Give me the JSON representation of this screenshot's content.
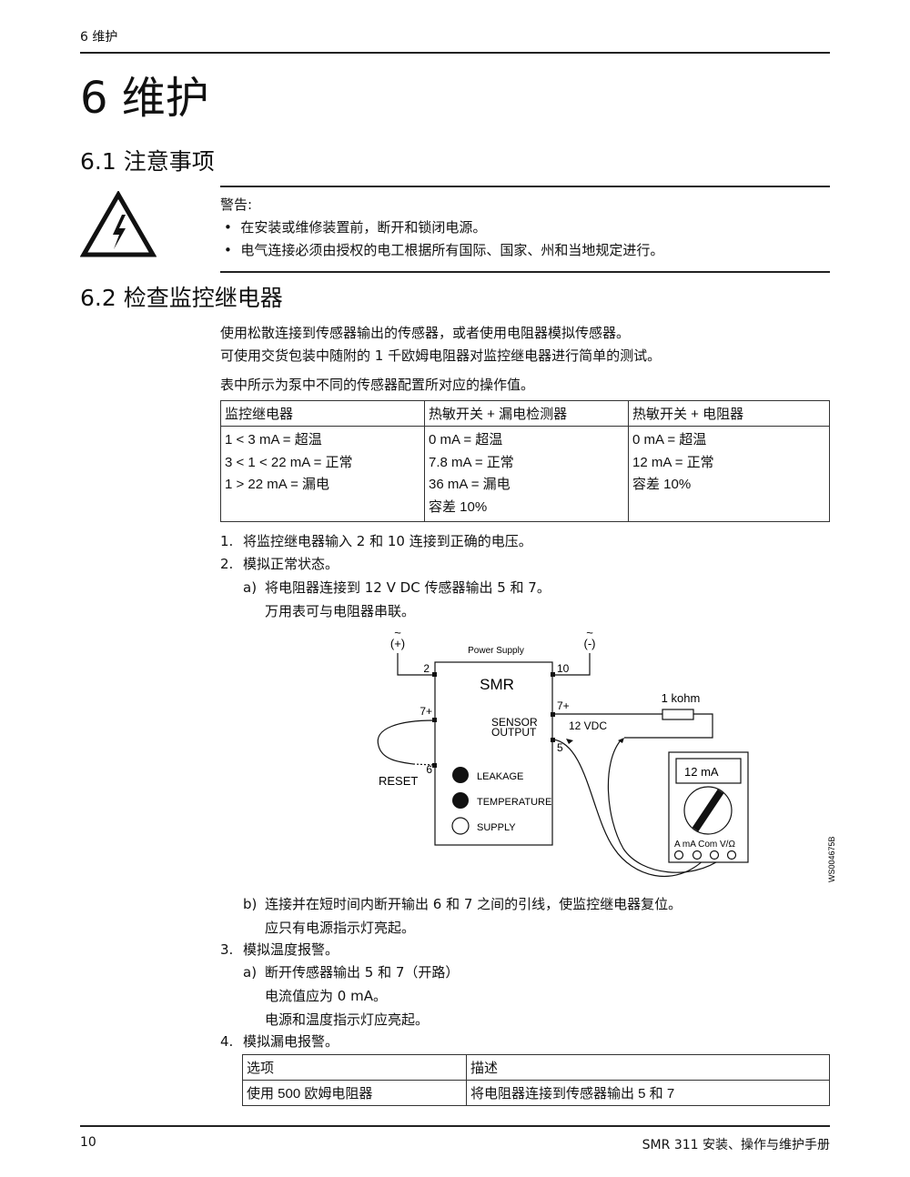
{
  "header": {
    "running_title": "6 维护"
  },
  "chapter": {
    "title": "6 维护"
  },
  "section_1": {
    "title": "6.1 注意事项",
    "warning_label": "警告:",
    "bullets": [
      "在安装或维修装置前，断开和锁闭电源。",
      "电气连接必须由授权的电工根据所有国际、国家、州和当地规定进行。"
    ]
  },
  "section_2": {
    "title": "6.2 检查监控继电器",
    "paragraphs": [
      "使用松散连接到传感器输出的传感器，或者使用电阻器模拟传感器。",
      "可使用交货包装中随附的 1 千欧姆电阻器对监控继电器进行简单的测试。",
      "表中所示为泵中不同的传感器配置所对应的操作值。"
    ],
    "table1": {
      "headers": [
        "监控继电器",
        "热敏开关 + 漏电检测器",
        "热敏开关 + 电阻器"
      ],
      "columns": [
        [
          "1 < 3 mA = 超温",
          "3 < 1 < 22 mA = 正常",
          "1 > 22 mA = 漏电"
        ],
        [
          "0 mA = 超温",
          "7.8 mA = 正常",
          "36 mA = 漏电",
          "容差 10%"
        ],
        [
          "0 mA = 超温",
          "12 mA = 正常",
          "容差 10%"
        ]
      ]
    },
    "steps": {
      "s1": "将监控继电器输入 2 和 10 连接到正确的电压。",
      "s2": "模拟正常状态。",
      "s2a": "将电阻器连接到 12 V DC 传感器输出 5 和 7。",
      "s2a_note": "万用表可与电阻器串联。",
      "s2b": "连接并在短时间内断开输出 6 和 7 之间的引线，使监控继电器复位。",
      "s2b_note": "应只有电源指示灯亮起。",
      "s3": "模拟温度报警。",
      "s3a": "断开传感器输出 5 和 7（开路）",
      "s3a_note1": "电流值应为 0 mA。",
      "s3a_note2": "电源和温度指示灯应亮起。",
      "s4": "模拟漏电报警。"
    },
    "markers": {
      "n1": "1.",
      "n2": "2.",
      "n3": "3.",
      "n4": "4.",
      "a": "a)",
      "b": "b)"
    },
    "table2": {
      "headers": [
        "选项",
        "描述"
      ],
      "row": [
        "使用 500 欧姆电阻器",
        "将电阻器连接到传感器输出 5 和 7"
      ]
    }
  },
  "diagram": {
    "plus": "(+)",
    "minus": "(-)",
    "tilde": "~",
    "power_supply": "Power Supply",
    "smr": "SMR",
    "t2": "2",
    "t10": "10",
    "t7_left": "7+",
    "t6": "6",
    "t7_right": "7+",
    "t5": "5",
    "reset": "RESET",
    "sensor": "SENSOR",
    "output": "OUTPUT",
    "vdc": "12 VDC",
    "resistor": "1 kohm",
    "leakage": "LEAKAGE",
    "temperature": "TEMPERATURE",
    "supply": "SUPPLY",
    "meter_display": "12 mA",
    "meter_ports": "A  mA Com V/Ω",
    "code": "WS004675B"
  },
  "footer": {
    "page": "10",
    "title": "SMR 311 安装、操作与维护手册"
  }
}
